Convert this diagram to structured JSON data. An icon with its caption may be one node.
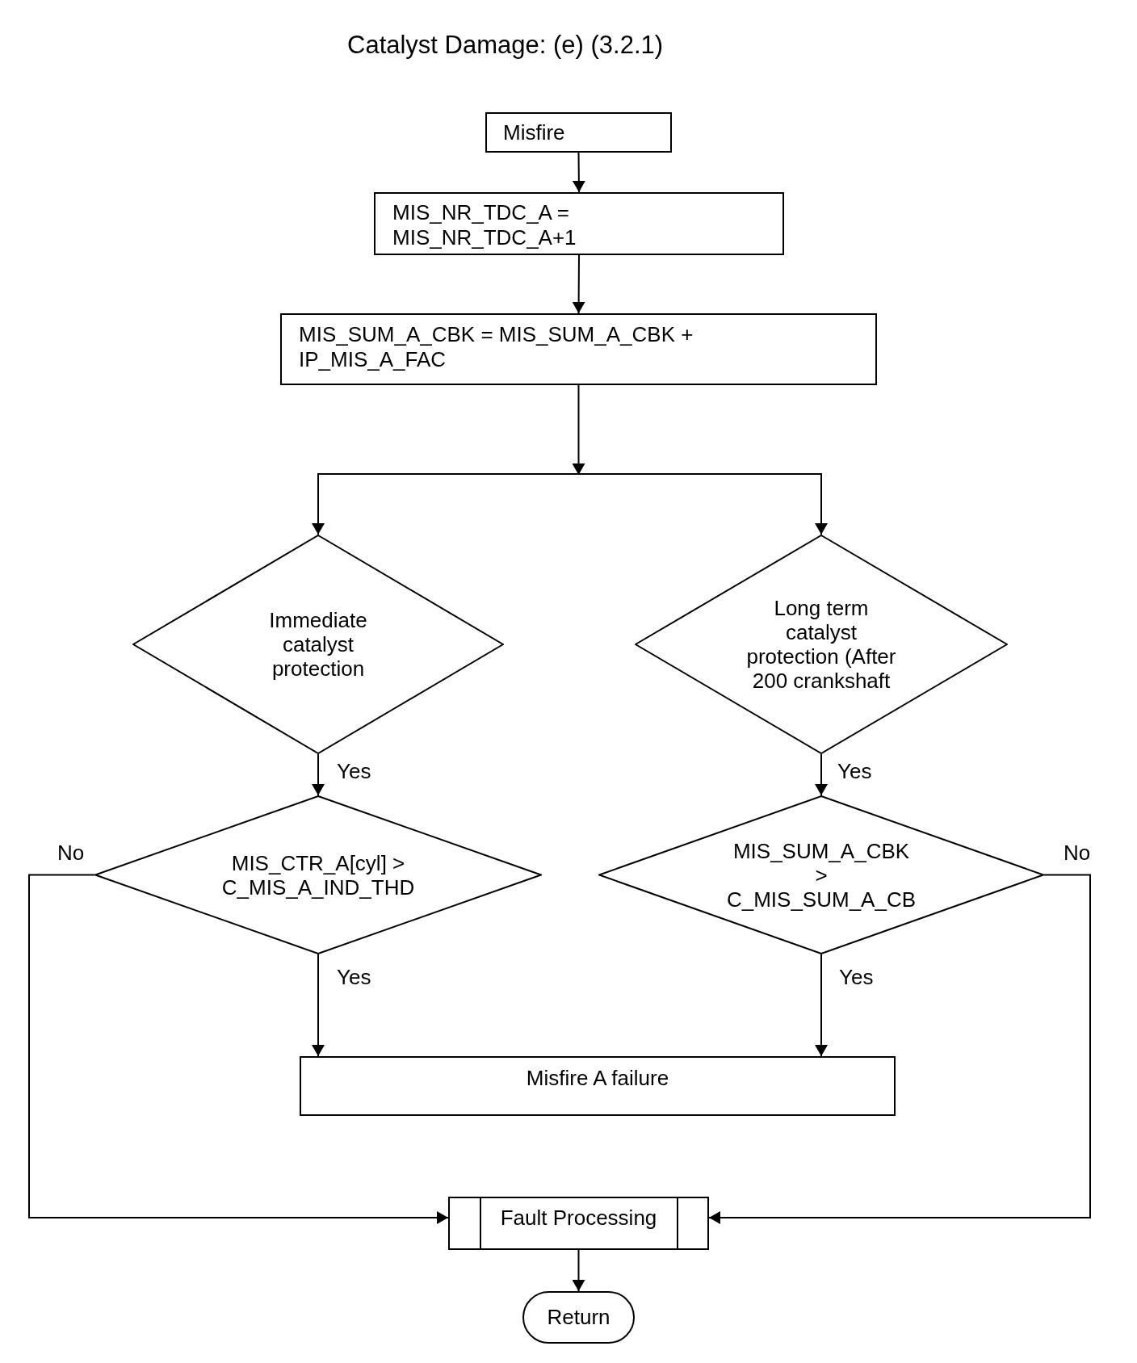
{
  "diagram": {
    "title": "Catalyst Damage: (e) (3.2.1)",
    "nodes": [
      {
        "text": [
          "Misfire"
        ]
      },
      {
        "text": [
          "MIS_NR_TDC_A = MIS_NR_TDC_A+1"
        ]
      },
      {
        "text": [
          "MIS_SUM_A_CBK = MIS_SUM_A_CBK + IP_MIS_A_FAC"
        ]
      },
      {
        "text": [
          "Immediate catalyst protection"
        ]
      },
      {
        "text": [
          "Long term catalyst protection (After 200 crankshaft"
        ]
      },
      {
        "text": [
          "MIS_CTR_A[cyl] > C_MIS_A_IND_THD"
        ]
      },
      {
        "text": [
          "MIS_SUM_A_CBK > C_MIS_SUM_A_CB"
        ]
      },
      {
        "text": [
          "Misfire A failure"
        ]
      },
      {
        "text": [
          "Fault Processing"
        ]
      },
      {
        "text": [
          "Return"
        ]
      }
    ],
    "edges": [
      {
        "from": 0,
        "to": 1,
        "arrow": "to"
      },
      {
        "from": 1,
        "to": 2,
        "arrow": "to"
      },
      {
        "from": 2,
        "to": 3,
        "arrow": "to"
      },
      {
        "from": 2,
        "to": 4,
        "arrow": "to"
      },
      {
        "from": 3,
        "to": 5,
        "label": "Yes",
        "arrow": "to"
      },
      {
        "from": 4,
        "to": 6,
        "label": "Yes",
        "arrow": "to"
      },
      {
        "from": 5,
        "to": 7,
        "label": "Yes",
        "arrow": "to"
      },
      {
        "from": 6,
        "to": 7,
        "label": "Yes",
        "arrow": "to"
      },
      {
        "from": 5,
        "to": 8,
        "label": "No",
        "arrow": "to"
      },
      {
        "from": 6,
        "to": 8,
        "label": "No",
        "arrow": "to"
      },
      {
        "from": 8,
        "to": 9,
        "arrow": "to"
      }
    ]
  }
}
